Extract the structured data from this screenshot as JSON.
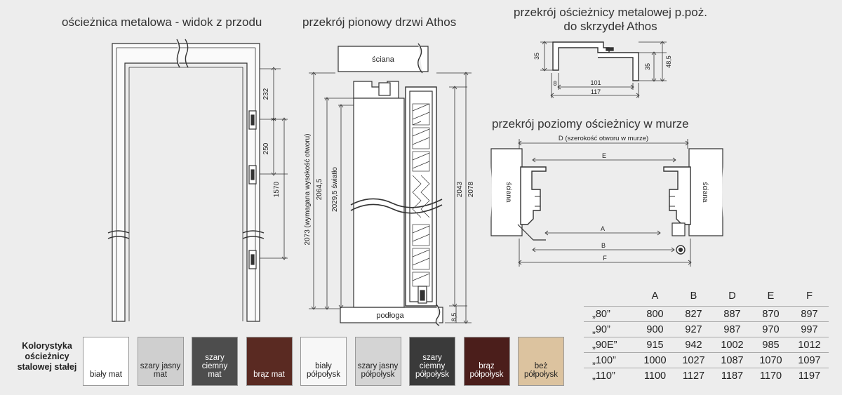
{
  "titles": {
    "front_view": "ościeżnica metalowa - widok z przodu",
    "vertical_section": "przekrój pionowy drzwi Athos",
    "frame_section_line1": "przekrój ościeżnicy metalowej p.poż.",
    "frame_section_line2": "do skrzydeł Athos",
    "horizontal_section": "przekrój poziomy ościeżnicy w murze"
  },
  "front_view": {
    "dim_top": "232",
    "dim_middle": "250",
    "dim_total": "1570"
  },
  "vertical_section": {
    "wall_label": "ściana",
    "floor_label": "podłoga",
    "dim_required": "2073 (wymagana wysokość otworu)",
    "dim_frame_height": "2064,5",
    "dim_clear": "2029,5 światło",
    "dim_leaf": "2043",
    "dim_overall": "2078",
    "dim_threshold": "8,5"
  },
  "frame_section": {
    "dim_left": "35",
    "dim_right_inner": "35",
    "dim_right_total": "48,5",
    "dim_lip": "8",
    "dim_inner_width": "101",
    "dim_total_width": "117"
  },
  "horizontal_section": {
    "dim_d_label": "D (szerokość otworu w murze)",
    "dim_e": "E",
    "dim_a": "A",
    "dim_b": "B",
    "dim_f": "F",
    "wall_left": "ściana",
    "wall_right": "ściana"
  },
  "colors": {
    "heading": "Kolorystyka ościeżnicy stalowej stałej",
    "swatches": [
      {
        "label": "biały mat",
        "color": "#ffffff",
        "text": "#222222"
      },
      {
        "label": "szary jasny\nmat",
        "color": "#cfcfcf",
        "text": "#222222"
      },
      {
        "label": "szary ciemny\nmat",
        "color": "#4d4d4d",
        "text": "#ffffff"
      },
      {
        "label": "brąz mat",
        "color": "#5a2a22",
        "text": "#ffffff"
      },
      {
        "label": "biały\npółpołysk",
        "color": "#f7f7f7",
        "text": "#222222"
      },
      {
        "label": "szary jasny\npółpołysk",
        "color": "#d4d4d4",
        "text": "#222222"
      },
      {
        "label": "szary ciemny\npółpołysk",
        "color": "#3a3a3a",
        "text": "#ffffff"
      },
      {
        "label": "brąz\npółpołysk",
        "color": "#4b1e1b",
        "text": "#ffffff"
      },
      {
        "label": "beż\npółpołysk",
        "color": "#dcc39f",
        "text": "#222222"
      }
    ]
  },
  "table": {
    "headers": [
      "",
      "A",
      "B",
      "D",
      "E",
      "F"
    ],
    "rows": [
      [
        "„80”",
        "800",
        "827",
        "887",
        "870",
        "897"
      ],
      [
        "„90”",
        "900",
        "927",
        "987",
        "970",
        "997"
      ],
      [
        "„90E”",
        "915",
        "942",
        "1002",
        "985",
        "1012"
      ],
      [
        "„100”",
        "1000",
        "1027",
        "1087",
        "1070",
        "1097"
      ],
      [
        "„110”",
        "1100",
        "1127",
        "1187",
        "1170",
        "1197"
      ]
    ]
  }
}
